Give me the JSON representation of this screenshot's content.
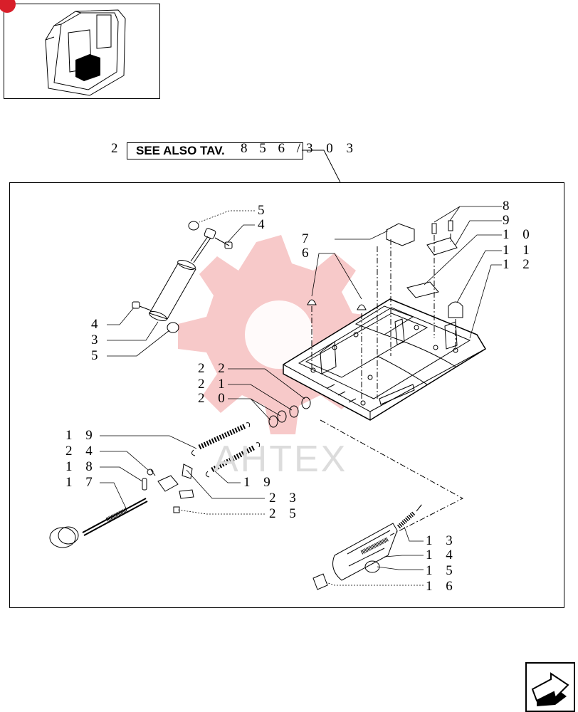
{
  "reference": {
    "prefix": "2",
    "see_also_label": "SEE ALSO TAV.",
    "table_number": "8 5 6 /",
    "suffix": "3 0 3"
  },
  "watermark": "AHTEX",
  "callouts": [
    {
      "id": "c5a",
      "label": "5"
    },
    {
      "id": "c4a",
      "label": "4"
    },
    {
      "id": "c7",
      "label": "7"
    },
    {
      "id": "c6",
      "label": "6"
    },
    {
      "id": "c8",
      "label": "8"
    },
    {
      "id": "c9",
      "label": "9"
    },
    {
      "id": "c10",
      "label": "1 0"
    },
    {
      "id": "c11",
      "label": "1 1"
    },
    {
      "id": "c12",
      "label": "1 2"
    },
    {
      "id": "c4b",
      "label": "4"
    },
    {
      "id": "c3",
      "label": "3"
    },
    {
      "id": "c5b",
      "label": "5"
    },
    {
      "id": "c22",
      "label": "2 2"
    },
    {
      "id": "c21",
      "label": "2 1"
    },
    {
      "id": "c20",
      "label": "2 0"
    },
    {
      "id": "c19a",
      "label": "1 9"
    },
    {
      "id": "c24",
      "label": "2 4"
    },
    {
      "id": "c18",
      "label": "1 8"
    },
    {
      "id": "c17",
      "label": "1 7"
    },
    {
      "id": "c19b",
      "label": "1 9"
    },
    {
      "id": "c23",
      "label": "2 3"
    },
    {
      "id": "c25",
      "label": "2 5"
    },
    {
      "id": "c13",
      "label": "1 3"
    },
    {
      "id": "c14",
      "label": "1 4"
    },
    {
      "id": "c15",
      "label": "1 5"
    },
    {
      "id": "c16",
      "label": "1 6"
    }
  ],
  "colors": {
    "line": "#000000",
    "badge": "#d81f2a",
    "watermark_gear": "#f4b7b7"
  },
  "icons": {
    "thumbnail": "cab-location-thumbnail",
    "nav": "next-page-arrow-icon"
  }
}
